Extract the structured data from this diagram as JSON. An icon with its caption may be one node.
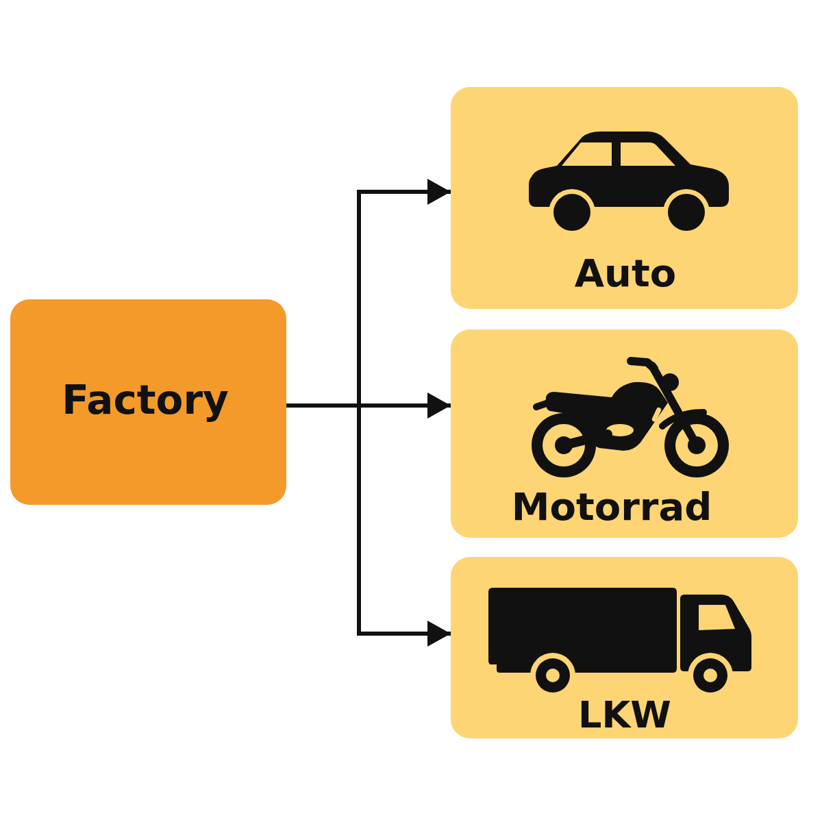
{
  "diagram": {
    "nodes": [
      {
        "text": [
          "Factory"
        ]
      },
      {
        "text": [
          "Auto"
        ]
      },
      {
        "text": [
          "Motorrad"
        ]
      },
      {
        "text": [
          "LKW"
        ]
      }
    ],
    "edges": [
      {
        "from": 0,
        "to": 1,
        "arrow": "to"
      },
      {
        "from": 0,
        "to": 2,
        "arrow": "to"
      },
      {
        "from": 0,
        "to": 3,
        "arrow": "to"
      }
    ]
  }
}
